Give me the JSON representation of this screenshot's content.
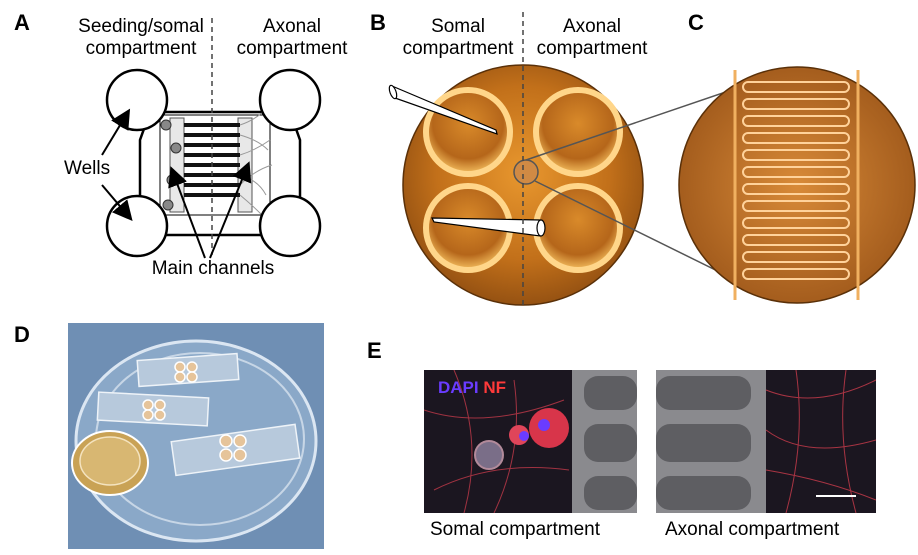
{
  "panels": {
    "A": {
      "letter": "A",
      "left_title_line1": "Seeding/somal",
      "left_title_line2": "compartment",
      "right_title_line1": "Axonal",
      "right_title_line2": "compartment",
      "wells_label": "Wells",
      "channels_label": "Main channels"
    },
    "B": {
      "letter": "B",
      "left_title_line1": "Somal",
      "left_title_line2": "compartment",
      "right_title_line1": "Axonal",
      "right_title_line2": "compartment"
    },
    "C": {
      "letter": "C"
    },
    "D": {
      "letter": "D"
    },
    "E": {
      "letter": "E",
      "stain_dapi": "DAPI",
      "stain_nf": "NF",
      "left_caption": "Somal compartment",
      "right_caption": "Axonal compartment"
    }
  },
  "colors": {
    "dapi": "#6a3cff",
    "nf": "#ff3a3a",
    "device_amber": "#c8741c",
    "device_light": "#f2b24a"
  }
}
